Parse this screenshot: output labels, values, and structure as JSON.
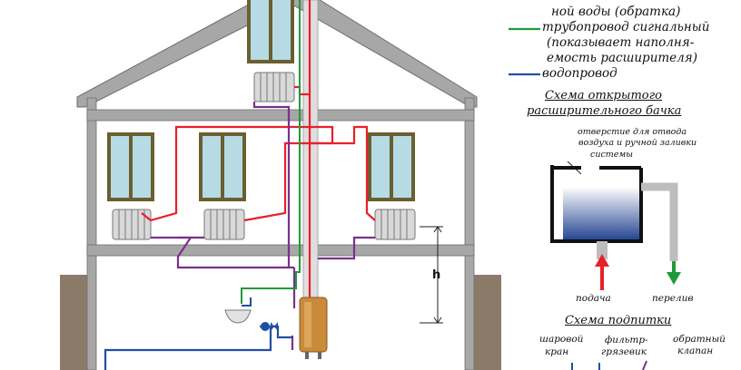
{
  "legend": {
    "return_pipe_partial": "ной воды (обратка)",
    "signal_pipe": "трубопровод сигнальный (показывает наполня-емость расширителя)",
    "signal_pipe_lines": [
      "трубопровод сигнальный",
      "(показывает наполня-",
      "емость расширителя)"
    ],
    "water_supply": "водопровод"
  },
  "open_tank_scheme": {
    "title_lines": [
      "Схема открытого",
      "расширительного бачка"
    ],
    "vent_hole_lines": [
      "отверстие для отвода",
      "воздуха и ручной заливки",
      "системы"
    ],
    "supply_label": "подача",
    "overflow_label": "перелив"
  },
  "makeup_scheme": {
    "title": "Схема подпитки",
    "ball_valve_lines": [
      "шаровой",
      "кран"
    ],
    "mud_filter_lines": [
      "фильтр-",
      "грязевик"
    ],
    "check_valve_lines": [
      "обратный",
      "клапан"
    ]
  },
  "height_marker": "h",
  "colors": {
    "supply_pipe": "#e8202a",
    "return_pipe": "#7b2f8e",
    "signal_pipe": "#1e9a3a",
    "water_pipe": "#1f4fa5",
    "wall": "#a7a7a7",
    "ground": "#8c7a68",
    "window_glass": "#b6dbe4",
    "window_frame": "#6a5f30",
    "boiler": "#c98a3a"
  }
}
